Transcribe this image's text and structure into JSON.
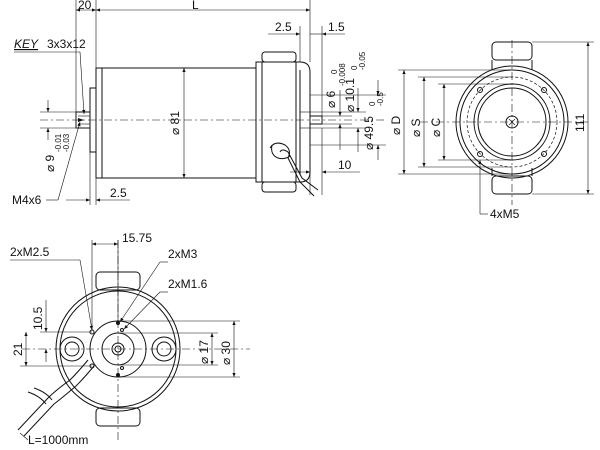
{
  "drawing": {
    "side_view": {
      "dim_20": "20",
      "dim_L": "L",
      "dim_2_5_top": "2.5",
      "dim_1_5": "1.5",
      "key_label": "KEY",
      "key_size": "3x3x12",
      "dim_phi81": "⌀ 81",
      "shaft_phi9": "⌀ 9",
      "shaft_tol_upper": "-0.01",
      "shaft_tol_lower": "-0.03",
      "dim_phi6": "⌀ 6",
      "phi6_tol_upper": "0",
      "phi6_tol_lower": "-0.008",
      "dim_phi10_1": "⌀ 10.1",
      "phi10_tol_upper": "0",
      "phi10_tol_lower": "-0.05",
      "dim_phi49_5": "⌀ 49.5",
      "phi49_tol_upper": "0",
      "phi49_tol_lower": "-0.5",
      "dim_10": "10",
      "thread_M4x6": "M4x6",
      "dim_2_5_bottom": "2.5"
    },
    "front_view": {
      "dim_phi_D": "⌀ D",
      "dim_phi_S": "⌀ S",
      "dim_phi_C": "⌀ C",
      "dim_111": "111",
      "holes_4xM5": "4xM5"
    },
    "rear_view": {
      "holes_2xM2_5": "2xM2.5",
      "dim_15_75": "15.75",
      "holes_2xM3": "2xM3",
      "holes_2xM1_6": "2xM1.6",
      "dim_10_5": "10.5",
      "dim_21": "21",
      "dim_phi17": "⌀ 17",
      "dim_phi30": "⌀ 30",
      "cable_length": "L=1000mm"
    }
  }
}
